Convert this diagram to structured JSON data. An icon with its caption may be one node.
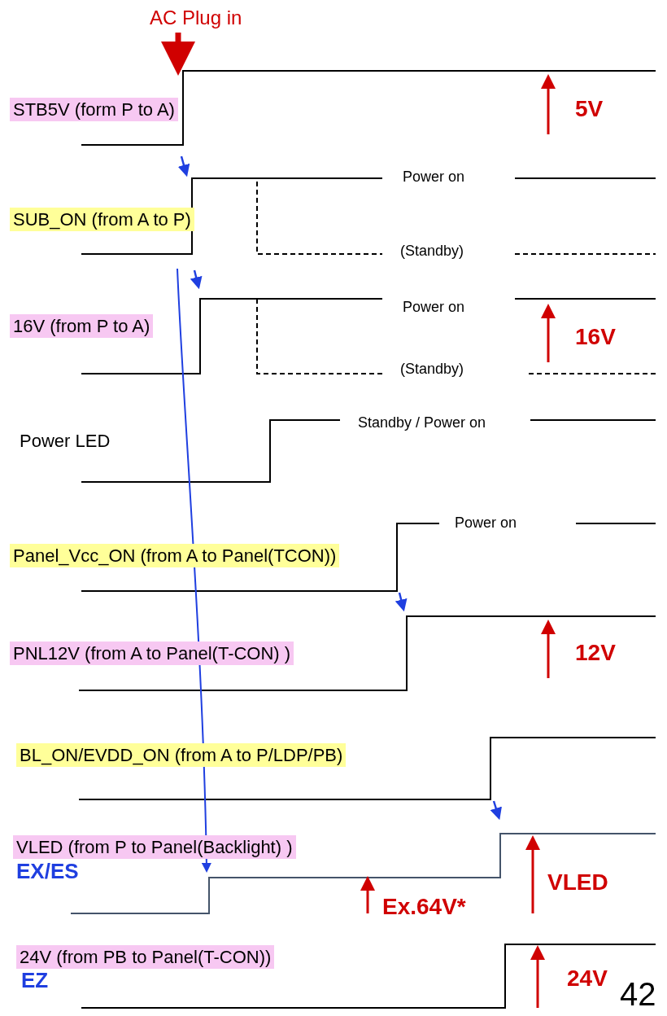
{
  "diagram": {
    "labels": [
      "AC Plug in",
      "STB5V (form P to A)",
      "5V",
      "SUB_ON (from A to P)",
      "Power on",
      "(Standby)",
      "16V (from P to A)",
      "Power on",
      "16V",
      "(Standby)",
      "Power LED",
      "Standby / Power on",
      "Power on",
      "Panel_Vcc_ON (from A to Panel(TCON))",
      "PNL12V (from A to Panel(T-CON) )",
      "12V",
      "BL_ON/EVDD_ON (from A to P/LDP/PB)",
      "VLED (from P to Panel(Backlight) )",
      "EX/ES",
      "VLED",
      "Ex.64V*",
      "24V (from PB to Panel(T-CON))",
      "24V",
      "EZ",
      "42"
    ]
  }
}
